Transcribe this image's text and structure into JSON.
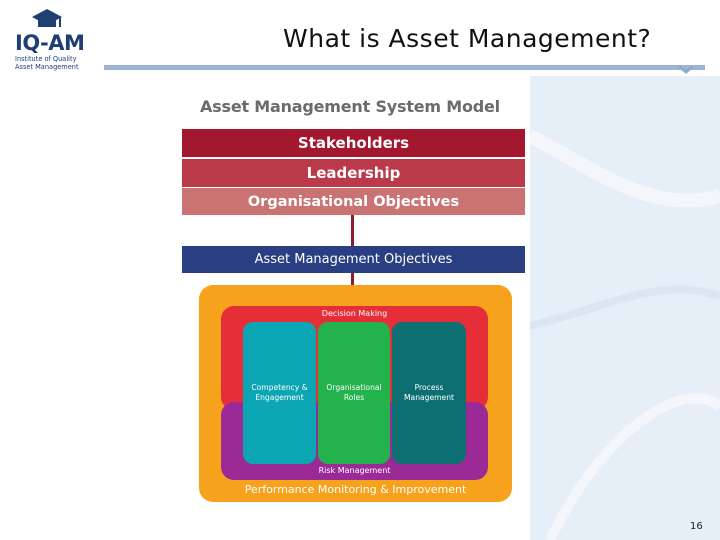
{
  "header": {
    "title": "What is Asset Management?",
    "logo": {
      "name": "IQ-AM",
      "subtitle_lines": [
        "Institute of Quality",
        "Asset Management"
      ]
    }
  },
  "diagram": {
    "title": "Asset Management System Model",
    "bands": {
      "stakeholders": "Stakeholders",
      "leadership": "Leadership",
      "org_objectives": "Organisational Objectives",
      "am_objectives": "Asset Management Objectives"
    },
    "decision_making": "Decision Making",
    "columns": [
      {
        "lines": [
          "Competency &",
          "Engagement"
        ]
      },
      {
        "lines": [
          "Organisational",
          "Roles"
        ]
      },
      {
        "lines": [
          "Process",
          "Management"
        ]
      }
    ],
    "risk_management": "Risk Management",
    "performance": "Performance Monitoring & Improvement"
  },
  "colors": {
    "stakeholders": "#a3172f",
    "leadership": "#bb3a4a",
    "org_objectives": "#c97473",
    "am_objectives": "#2a3f82",
    "outer": "#f7a21d",
    "decision": "#e62e39",
    "risk": "#9c2a96",
    "competency": "#0ca5b4",
    "roles": "#23b24c",
    "process": "#0e6f73",
    "accent": "#9db4d6"
  },
  "page_number": "16"
}
